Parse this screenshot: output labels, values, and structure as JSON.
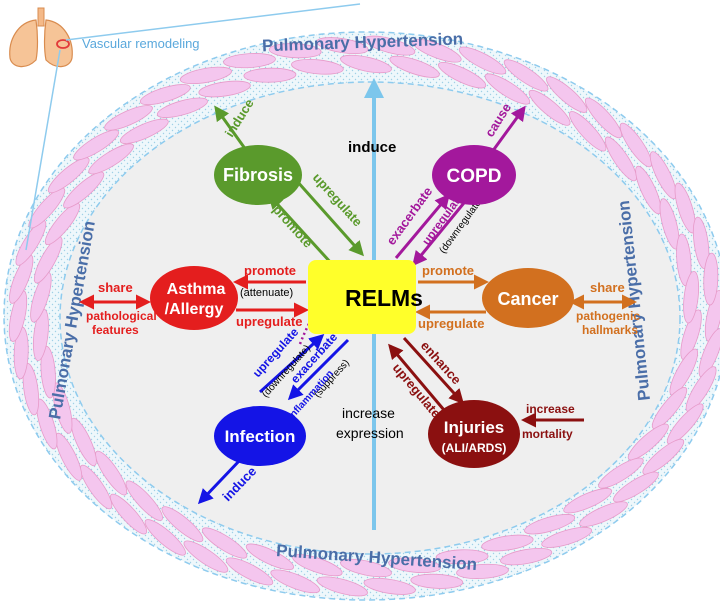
{
  "title_caption": "Vascular remodeling",
  "ring": {
    "top": "Pulmonary Hypertension",
    "bottom": "Pulmonary Hypertension",
    "left": "Pulmonary Hypertension",
    "right": "Pulmonary Hypertension"
  },
  "center": "RELMs",
  "center_labels": {
    "induce": "induce",
    "increase": "increase",
    "expression": "expression"
  },
  "fibrosis": {
    "name": "Fibrosis",
    "induce": "induce",
    "upregulate": "upregulate",
    "promote": "promote"
  },
  "copd": {
    "name": "COPD",
    "cause": "cause",
    "exacerbate": "exacerbate",
    "upregulate": "upregulate",
    "downregulate": "(downregulate)"
  },
  "asthma": {
    "name_line1": "Asthma",
    "name_line2": "/Allergy",
    "promote": "promote",
    "attenuate": "(attenuate)",
    "upregulate": "upregulate",
    "share": "share",
    "feat1": "pathological",
    "feat2": "features"
  },
  "cancer": {
    "name": "Cancer",
    "promote": "promote",
    "upregulate": "upregulate",
    "share": "share",
    "hall1": "pathogenic",
    "hall2": "hallmarks"
  },
  "infection": {
    "name": "Infection",
    "upregulate": "upregulate",
    "downregulate": "(downregulate)",
    "exacerbate": "exacerbate",
    "suppress": "(suppress)",
    "inflammation": "Inflammation",
    "induce": "induce"
  },
  "injuries": {
    "name_line1": "Injuries",
    "name_line2": "(ALI/ARDS)",
    "enhance": "enhance",
    "upregulate": "upregulate",
    "increase": "increase",
    "mortality": "mortality"
  },
  "colors": {
    "fibrosis": "#5a9a2c",
    "copd": "#a3189c",
    "asthma": "#e41e1e",
    "cancer": "#d2701f",
    "infection": "#1414e6",
    "injuries": "#8b1010",
    "center": "#ffff2a",
    "ring": "#f4c6ee",
    "vessel": "#8ecbee"
  }
}
